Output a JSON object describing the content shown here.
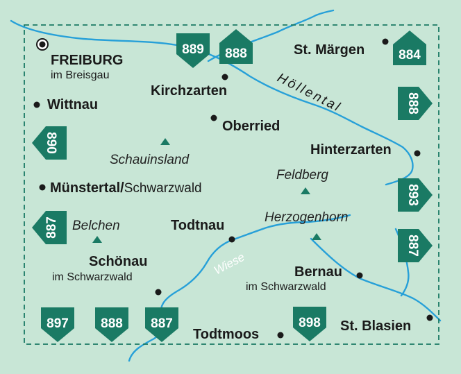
{
  "map": {
    "colors": {
      "background": "#c8e6d6",
      "badge": "#1a7a64",
      "river": "#27a0d8",
      "border": "#1a7a64",
      "text": "#1a1a1a"
    },
    "places": {
      "freiburg": {
        "name": "FREIBURG",
        "sub": "im Breisgau"
      },
      "kirchzarten": {
        "name": "Kirchzarten"
      },
      "wittnau": {
        "name": "Wittnau"
      },
      "oberried": {
        "name": "Oberried"
      },
      "st_maergen": {
        "name": "St. Märgen"
      },
      "hinterzarten": {
        "name": "Hinterzarten"
      },
      "muenstertal": {
        "name": "Münstertal",
        "sep": "/",
        "sub": "Schwarzwald"
      },
      "todtnau": {
        "name": "Todtnau"
      },
      "schoenau": {
        "name": "Schönau",
        "sub": "im Schwarzwald"
      },
      "bernau": {
        "name": "Bernau",
        "sub": "im Schwarzwald"
      },
      "todtmoos": {
        "name": "Todtmoos"
      },
      "st_blasien": {
        "name": "St. Blasien"
      }
    },
    "peaks": {
      "schauinsland": "Schauinsland",
      "feldberg": "Feldberg",
      "herzogenhorn": "Herzogenhorn",
      "belchen": "Belchen"
    },
    "rivers": {
      "wiese": "Wiese"
    },
    "valleys": {
      "hoellental": "Höllental"
    },
    "adjacent_sheets": {
      "top_1": "889",
      "top_2": "888",
      "top_right": "884",
      "right_upper": "888",
      "right_middle": "893",
      "right_lower": "887",
      "left_upper": "890",
      "left_lower": "887",
      "bottom_1": "897",
      "bottom_2": "888",
      "bottom_3": "887",
      "bottom_4": "898"
    }
  }
}
